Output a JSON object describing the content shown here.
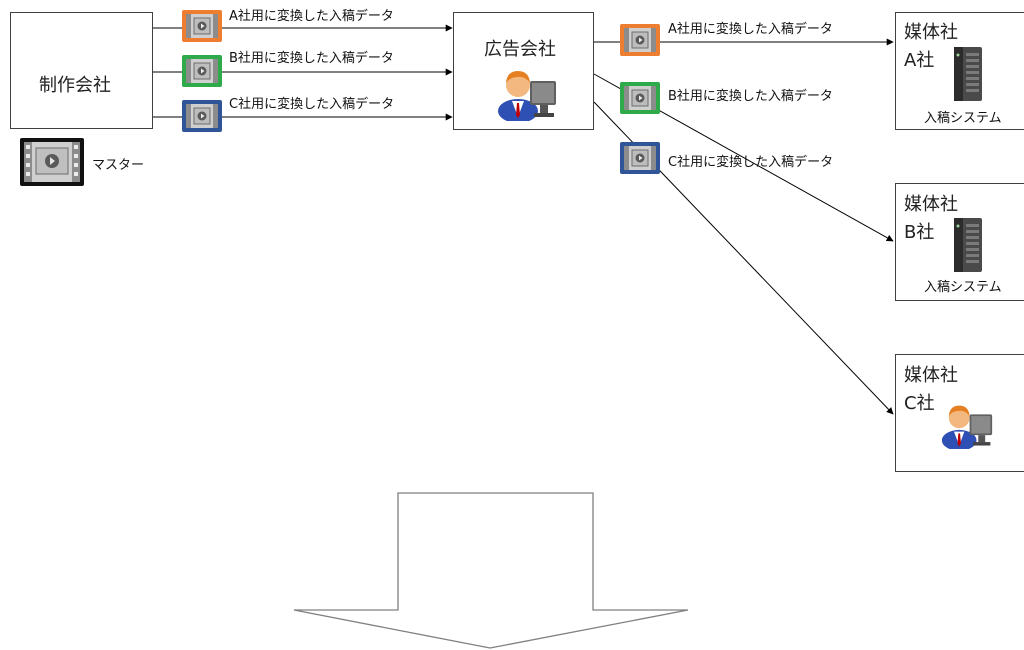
{
  "nodes": {
    "producer": "制作会社",
    "agency": "広告会社",
    "master_label": "マスター",
    "media_a": {
      "title": "媒体社",
      "name": "A社",
      "system": "入稿システム"
    },
    "media_b": {
      "title": "媒体社",
      "name": "B社",
      "system": "入稿システム"
    },
    "media_c": {
      "title": "媒体社",
      "name": "C社"
    }
  },
  "edges": {
    "to_agency": [
      {
        "label": "A社用に変換した入稿データ"
      },
      {
        "label": "B社用に変換した入稿データ"
      },
      {
        "label": "C社用に変換した入稿データ"
      }
    ],
    "to_media": [
      {
        "label": "A社用に変換した入稿データ"
      },
      {
        "label": "B社用に変換した入稿データ"
      },
      {
        "label": "C社用に変換した入稿データ"
      }
    ]
  },
  "colors": {
    "a": "#ed7d31",
    "b": "#2eaa4a",
    "c": "#2f5597",
    "master": "#111111",
    "line": "#000000",
    "box_border": "#404040",
    "big_arrow": "#808080"
  },
  "icons": {
    "film": "video-film-icon",
    "person": "person-at-computer-icon",
    "server": "server-tower-icon"
  }
}
